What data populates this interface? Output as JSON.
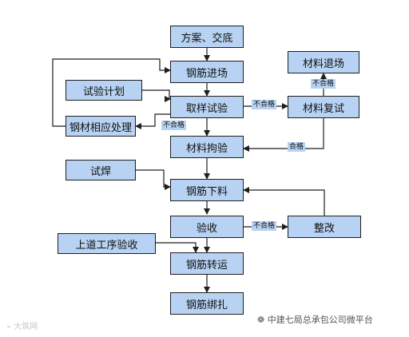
{
  "colors": {
    "box_fill": "#b7d2f2",
    "line": "#1f1f1f"
  },
  "boxes": {
    "plan": "方案、交底",
    "rebar_entry": "钢筋进场",
    "test_plan": "试验计划",
    "sampling_test": "取样试验",
    "rebar_handling": "钢材相应处理",
    "material_check": "材料拘验",
    "material_return": "材料退场",
    "material_retest": "材料复试",
    "trial_weld": "试焊",
    "rebar_cutting": "钢筋下料",
    "acceptance": "验收",
    "rectify": "整改",
    "prev_acceptance": "上道工序验收",
    "rebar_transport": "钢筋转运",
    "rebar_binding": "钢筋绑扎"
  },
  "labels": {
    "fail_sampling": "不合格",
    "fail_retest_up": "不合格",
    "fail_handling": "不合格",
    "pass_retest": "合格",
    "fail_acceptance": "不合格"
  },
  "watermarks": {
    "left": "大筑网",
    "right": "中建七局总承包公司微平台"
  }
}
